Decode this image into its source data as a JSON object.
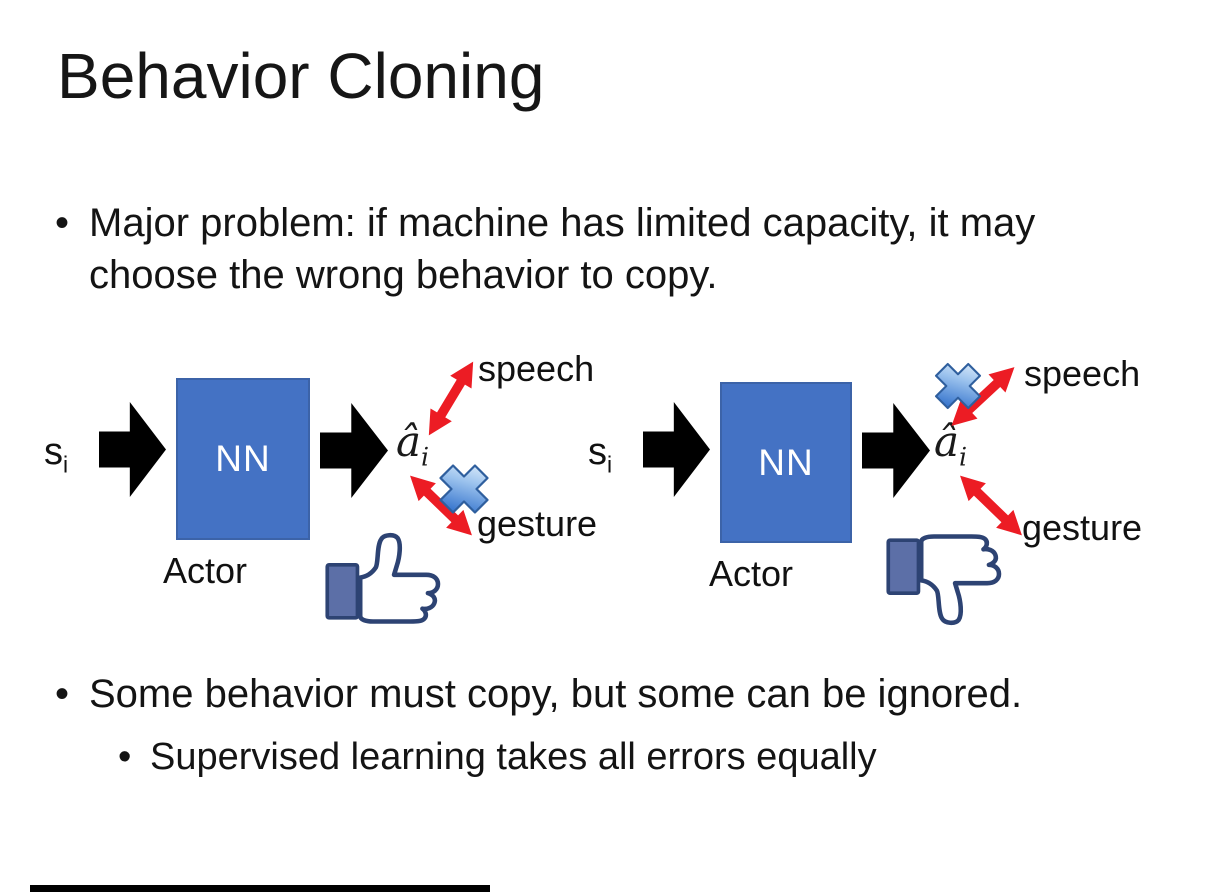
{
  "slide": {
    "title": "Behavior Cloning",
    "bullet_char": "•",
    "bullets": {
      "major_problem": "Major problem: if machine has limited capacity, it may choose the wrong behavior to copy.",
      "some_behavior": "Some behavior must copy, but some can be ignored.",
      "supervised": "Supervised learning takes all errors equally"
    },
    "diagram": {
      "state_label": "s",
      "state_sub": "i",
      "nn_label": "NN",
      "actor_label": "Actor",
      "action_label": "â",
      "action_sub": "i",
      "speech_label": "speech",
      "gesture_label": "gesture",
      "left_crossed_out": "gesture",
      "left_feedback": "thumbs-up",
      "right_crossed_out": "speech",
      "right_feedback": "thumbs-down"
    },
    "colors": {
      "text": "#141414",
      "nn_box": "#4472c4",
      "arrow_red": "#ec1c24",
      "cross_blue": "#3c79cf",
      "thumb_navy": "#2d4373",
      "thumb_cuff": "#5c6fa7"
    }
  }
}
